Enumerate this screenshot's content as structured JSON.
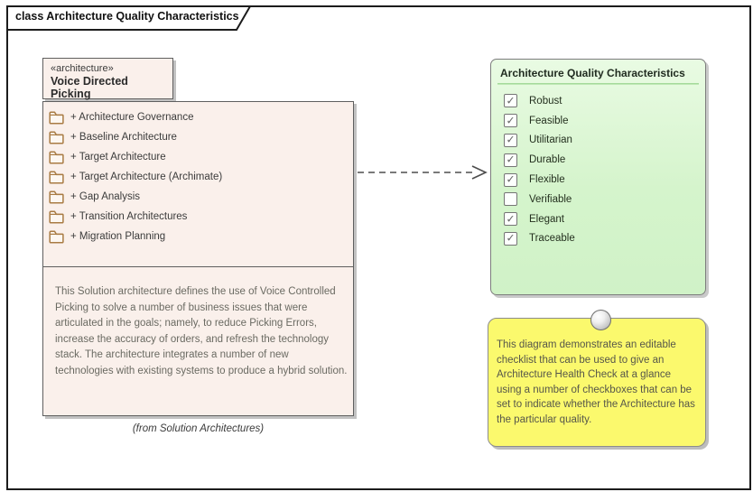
{
  "frame": {
    "title": "class Architecture Quality Characteristics"
  },
  "class_element": {
    "stereotype": "«architecture»",
    "name": "Voice Directed Picking",
    "attributes": [
      "+ Architecture Governance",
      "+ Baseline Architecture",
      "+ Target Architecture",
      "+ Target Architecture (Archimate)",
      "+ Gap Analysis",
      "+ Transition Architectures",
      "+ Migration Planning"
    ],
    "description": "This Solution architecture defines the use of Voice Controlled Picking to solve a number of business issues that were articulated in the goals; namely, to reduce Picking Errors, increase the accuracy of orders, and refresh the technology stack. The architecture integrates a number of new technologies with existing systems to produce a hybrid solution.",
    "caption": "(from Solution Architectures)"
  },
  "checklist": {
    "title": "Architecture Quality Characteristics",
    "items": [
      {
        "label": "Robust",
        "checked": true
      },
      {
        "label": "Feasible",
        "checked": true
      },
      {
        "label": "Utilitarian",
        "checked": true
      },
      {
        "label": "Durable",
        "checked": true
      },
      {
        "label": "Flexible",
        "checked": true
      },
      {
        "label": "Verifiable",
        "checked": false
      },
      {
        "label": "Elegant",
        "checked": true
      },
      {
        "label": "Traceable",
        "checked": true
      }
    ],
    "checkmark_glyph": "✓"
  },
  "note": {
    "text": "This diagram demonstrates an editable checklist that can be used to give an Architecture Health Check at a glance using a number of checkboxes that can be set to indicate whether the Architecture has the particular quality."
  },
  "colors": {
    "class_fill": "#faf0eb",
    "class_border": "#5f5f5f",
    "checklist_fill": "#d5f4cc",
    "checklist_border": "#7d7d7d",
    "note_fill": "#fbf96d",
    "note_border": "#8c8c8c",
    "folder_icon": "#a97c44",
    "arrow": "#4d4d4d",
    "frame_border": "#1c1c1c"
  }
}
